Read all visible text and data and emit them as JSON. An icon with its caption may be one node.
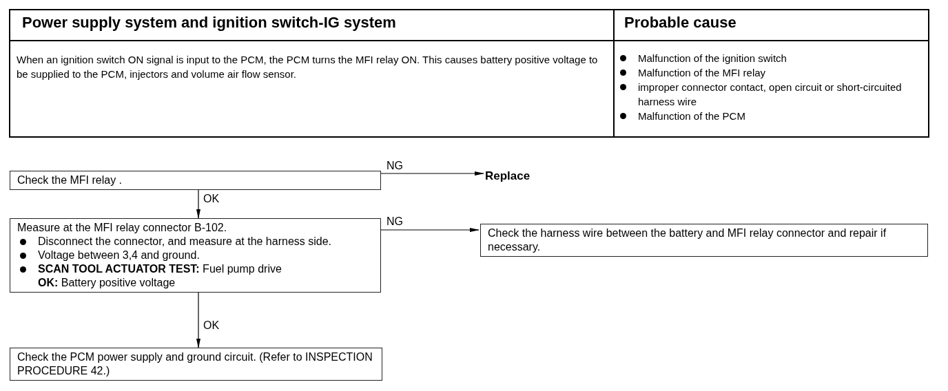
{
  "diagram": {
    "nodes": [
      {
        "text": [
          "Check the MFI relay ."
        ]
      },
      {
        "text": [
          "Replace"
        ]
      },
      {
        "text": [
          "Measure at the MFI relay connector B-102.",
          "Disconnect the connector, and measure at the harness side.",
          "Voltage between 3,4 and ground.",
          "**SCAN TOOL ACTUATOR TEST:** Fuel pump drive",
          "**OK:** Battery positive voltage"
        ]
      },
      {
        "text": [
          "Check the harness wire between the battery and MFI relay connector and repair if necessary."
        ]
      },
      {
        "text": [
          "Check the PCM power supply and ground circuit. (Refer to INSPECTION PROCEDURE 42.)"
        ]
      }
    ],
    "edges": [
      {
        "from": 0,
        "to": 1,
        "arrow": "to",
        "label": "NG"
      },
      {
        "from": 0,
        "to": 2,
        "arrow": "to",
        "label": "OK"
      },
      {
        "from": 2,
        "to": 3,
        "arrow": "to",
        "label": "NG"
      },
      {
        "from": 2,
        "to": 4,
        "arrow": "to",
        "label": "OK"
      }
    ],
    "labels": [
      "Power supply system and ignition switch-IG system",
      "Probable cause",
      "When an ignition switch ON signal is input to the PCM, the PCM turns the MFI relay ON. This causes battery positive voltage to be supplied to the PCM, injectors and volume air flow sensor.",
      "Malfunction of the ignition switch",
      "Malfunction of the MFI relay",
      "improper connector contact, open circuit or short-circuited harness wire",
      "Malfunction of the PCM"
    ]
  }
}
